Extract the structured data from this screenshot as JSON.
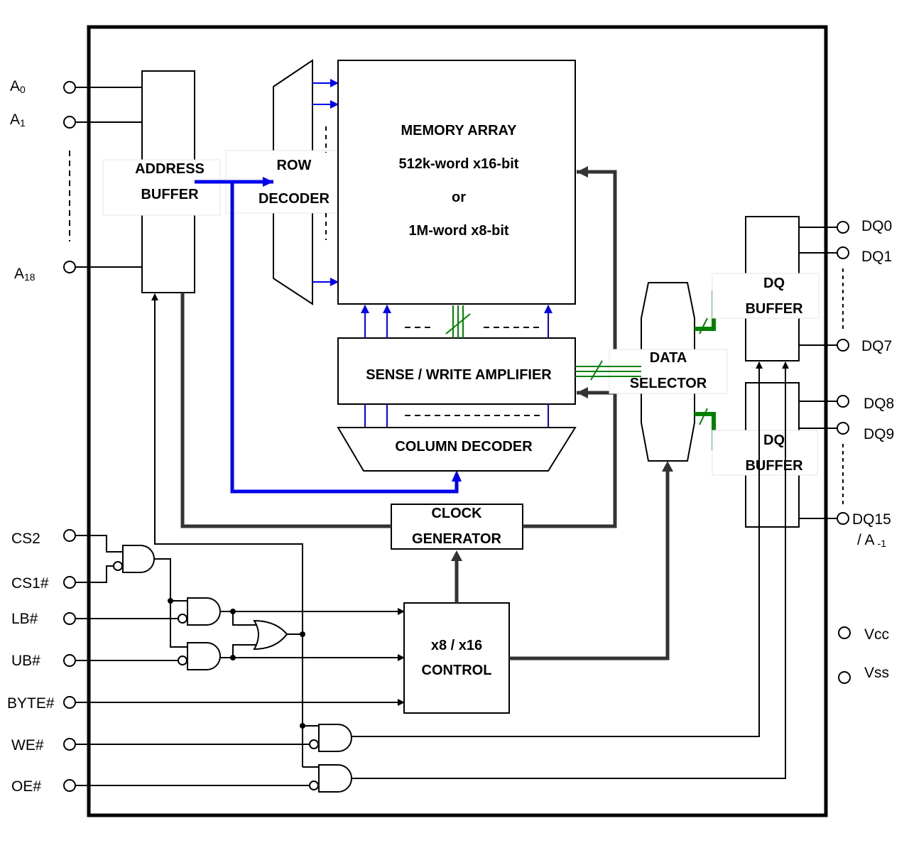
{
  "blocks": {
    "address_buffer": [
      "ADDRESS",
      "BUFFER"
    ],
    "row_decoder": [
      "ROW",
      "DECODER"
    ],
    "memory_array": [
      "MEMORY ARRAY",
      "512k-word x16-bit",
      "or",
      "1M-word x8-bit"
    ],
    "sense_amp": "SENSE / WRITE AMPLIFIER",
    "column_decoder": "COLUMN DECODER",
    "clock_generator": [
      "CLOCK",
      "GENERATOR"
    ],
    "control": [
      "x8 / x16",
      "CONTROL"
    ],
    "data_selector": [
      "DATA",
      "SELECTOR"
    ],
    "dq_buffer_upper": [
      "DQ",
      "BUFFER"
    ],
    "dq_buffer_lower": [
      "DQ",
      "BUFFER"
    ]
  },
  "pins_left": {
    "a0": {
      "main": "A",
      "sub": "0"
    },
    "a1": {
      "main": "A",
      "sub": "1"
    },
    "a18": {
      "main": "A",
      "sub": "18"
    },
    "cs2": "CS2",
    "cs1": "CS1#",
    "lb": "LB#",
    "ub": "UB#",
    "byte": "BYTE#",
    "we": "WE#",
    "oe": "OE#"
  },
  "pins_right": {
    "dq0": "DQ0",
    "dq1": "DQ1",
    "dq7": "DQ7",
    "dq8": "DQ8",
    "dq9": "DQ9",
    "dq15": "DQ15",
    "a_minus1": {
      "main": "/ A",
      "sub": "-1"
    },
    "vcc": "Vcc",
    "vss": "Vss"
  }
}
